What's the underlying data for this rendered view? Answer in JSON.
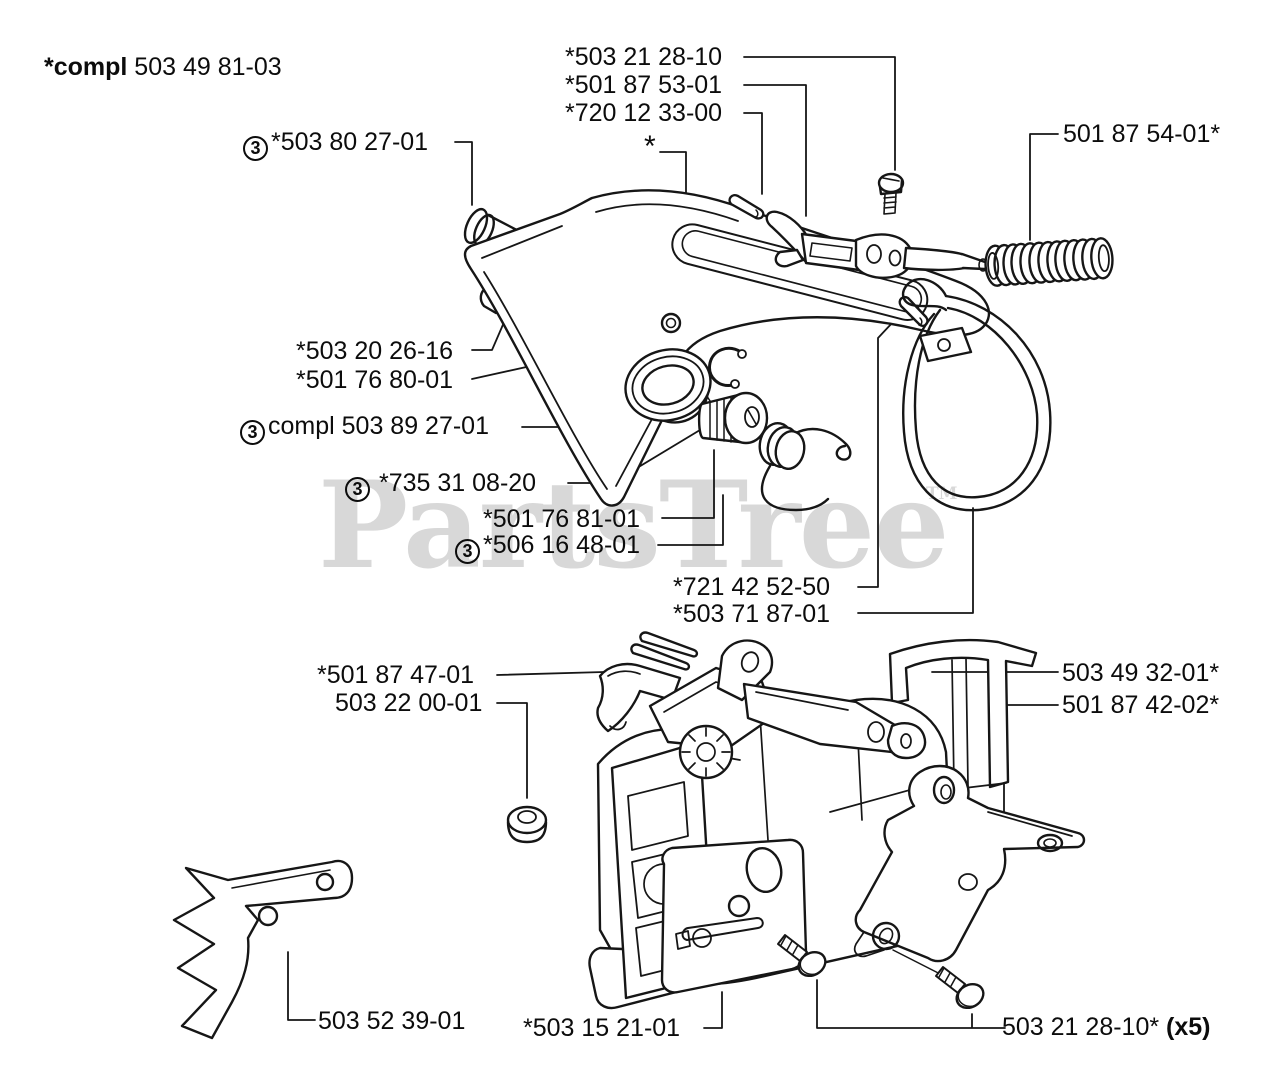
{
  "watermark": {
    "text": "PartsTree",
    "tm": "TM",
    "color": "#d8d8d8"
  },
  "header": {
    "bold": "*compl",
    "rest": " 503 49 81-03"
  },
  "labels": {
    "l1": {
      "badge": "3",
      "text": "*503 80 27-01"
    },
    "l2": {
      "text": "*503 21 28-10"
    },
    "l3": {
      "text": "*501 87 53-01"
    },
    "l4": {
      "text": "*720 12 33-00"
    },
    "l5": {
      "text": "*"
    },
    "l6": {
      "text": "501 87 54-01*"
    },
    "l7": {
      "text": "*503 20 26-16"
    },
    "l8": {
      "text": "*501 76 80-01"
    },
    "l9": {
      "badge": "3",
      "text": "compl 503 89 27-01"
    },
    "l10": {
      "badge": "3",
      "text": "*735 31 08-20"
    },
    "l11": {
      "text": "*501 76 81-01"
    },
    "l12": {
      "badge": "3",
      "text": "*506 16 48-01"
    },
    "l13": {
      "text": "*721 42 52-50"
    },
    "l14": {
      "text": "*503 71 87-01"
    },
    "l15": {
      "text": "*501 87 47-01"
    },
    "l16": {
      "text": "503 22 00-01"
    },
    "l17": {
      "text": "503 49 32-01*"
    },
    "l18": {
      "text": "501 87 42-02*"
    },
    "l19": {
      "text": "503 52 39-01"
    },
    "l20": {
      "text": "*503 15 21-01"
    },
    "l21": {
      "text": "503 21 28-10*",
      "bold": " (x5)"
    }
  }
}
